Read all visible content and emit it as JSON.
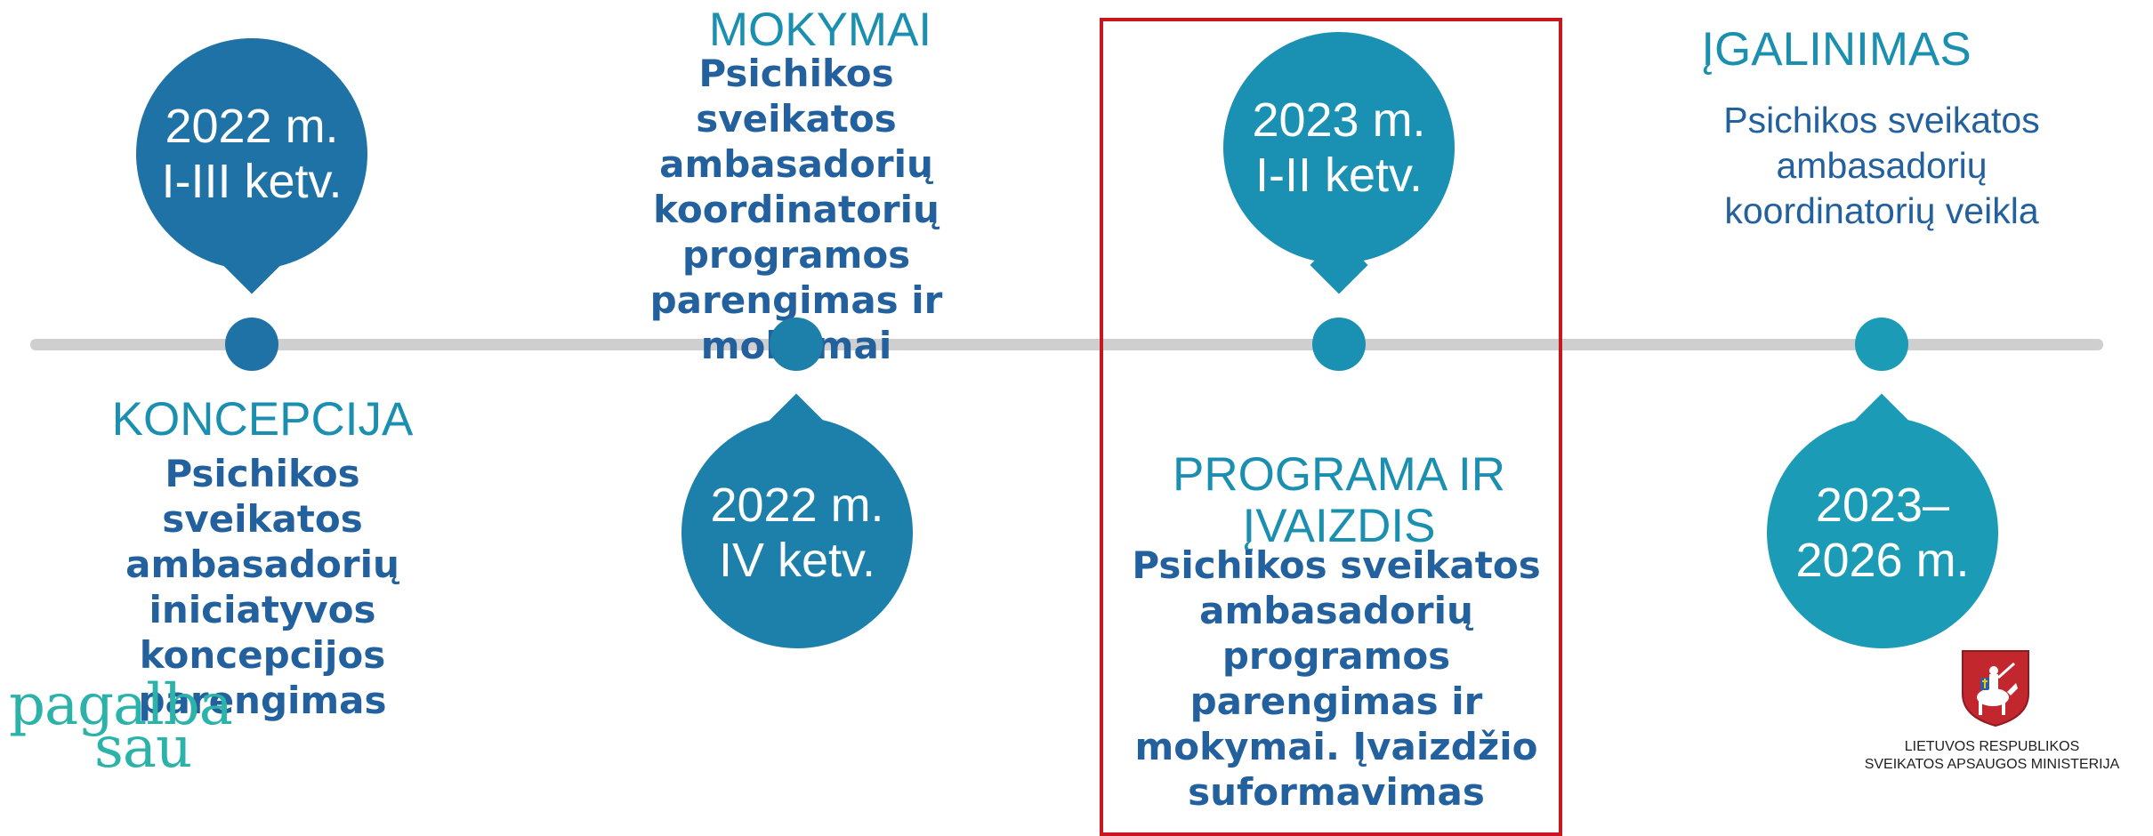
{
  "timeline": {
    "milestones": [
      {
        "date_line1": "2022 m.",
        "date_line2": "I-III ketv.",
        "heading": "KONCEPCIJA",
        "description": [
          "Psichikos sveikatos",
          "ambasadorių",
          "iniciatyvos",
          "koncepcijos",
          "parengimas"
        ],
        "color": "#1f72a6"
      },
      {
        "date_line1": "2022 m.",
        "date_line2": "IV ketv.",
        "heading": "MOKYMAI",
        "description": [
          "Psichikos sveikatos",
          "ambasadorių",
          "koordinatorių",
          "programos",
          "parengimas ir",
          "mokymai"
        ],
        "color": "#1c80ab"
      },
      {
        "date_line1": "2023 m.",
        "date_line2": "I-II ketv.",
        "heading": "PROGRAMA IR ĮVAIZDIS",
        "heading_lines": [
          "PROGRAMA IR",
          "ĮVAIZDIS"
        ],
        "description": [
          "Psichikos sveikatos",
          "ambasadorių",
          "programos",
          "parengimas ir",
          "mokymai. Įvaizdžio",
          "suformavimas"
        ],
        "color": "#1a90b3"
      },
      {
        "date_line1": "2023–",
        "date_line2": "2026 m.",
        "heading": "ĮGALINIMAS",
        "description": [
          "Psichikos sveikatos",
          "ambasadorių",
          "koordinatorių veikla"
        ],
        "color": "#1b9bb6"
      }
    ]
  },
  "logos": {
    "left_line1": "pagalba",
    "left_line2": "sau",
    "ministry_line1": "LIETUVOS RESPUBLIKOS",
    "ministry_line2": "SVEIKATOS APSAUGOS MINISTERIJA"
  },
  "colors": {
    "accent_heading": "#1a8fb0",
    "description_text": "#23609e",
    "highlight_border": "#c8171e",
    "logo_teal": "#2bb3a9"
  }
}
